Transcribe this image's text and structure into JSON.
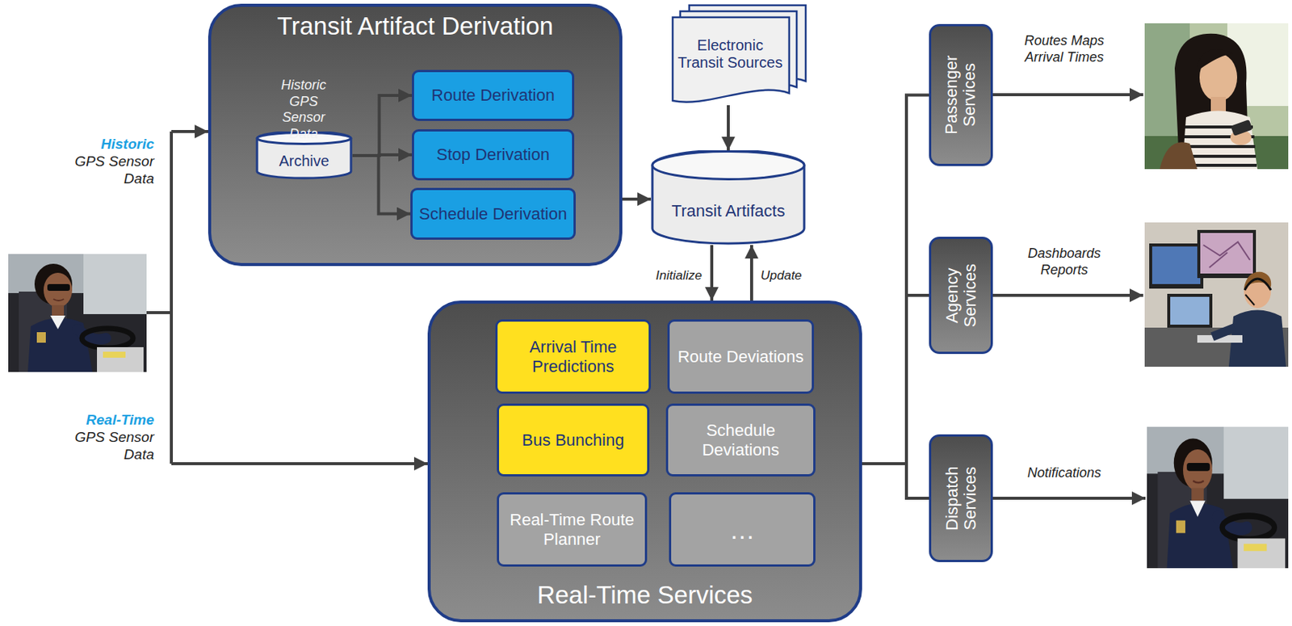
{
  "diagram": {
    "nodes": [
      {
        "text": [
          "Transit Artifact Derivation"
        ]
      },
      {
        "text": [
          "Archive"
        ],
        "in": 0
      },
      {
        "text": [
          "Route Derivation"
        ],
        "in": 0
      },
      {
        "text": [
          "Stop Derivation"
        ],
        "in": 0
      },
      {
        "text": [
          "Schedule Derivation"
        ],
        "in": 0
      },
      {
        "text": [
          "Electronic Transit Sources"
        ]
      },
      {
        "text": [
          "Transit Artifacts"
        ]
      },
      {
        "text": [
          "Real-Time Services"
        ]
      },
      {
        "text": [
          "Arrival Time Predictions"
        ],
        "in": 7
      },
      {
        "text": [
          "Route Deviations"
        ],
        "in": 7
      },
      {
        "text": [
          "Bus Bunching"
        ],
        "in": 7
      },
      {
        "text": [
          "Schedule Deviations"
        ],
        "in": 7
      },
      {
        "text": [
          "Real-Time Route Planner"
        ],
        "in": 7
      },
      {
        "text": [
          "…"
        ],
        "in": 7
      },
      {
        "text": [
          "Passenger Services"
        ]
      },
      {
        "text": [
          "Agency Services"
        ]
      },
      {
        "text": [
          "Dispatch Services"
        ]
      }
    ],
    "edges": [
      {
        "from": 1,
        "to": 2,
        "arrow": "to"
      },
      {
        "from": 1,
        "to": 3,
        "arrow": "to"
      },
      {
        "from": 1,
        "to": 4,
        "arrow": "to"
      },
      {
        "from": 0,
        "to": 6,
        "arrow": "to"
      },
      {
        "from": 5,
        "to": 6,
        "arrow": "to"
      },
      {
        "from": 6,
        "to": 7,
        "label": "Initialize",
        "arrow": "to"
      },
      {
        "from": 7,
        "to": 6,
        "label": "Update",
        "arrow": "to"
      },
      {
        "from": 7,
        "to": 14,
        "arrow": "none"
      },
      {
        "from": 7,
        "to": 15,
        "arrow": "none"
      },
      {
        "from": 7,
        "to": 16,
        "arrow": "none"
      }
    ],
    "labels": [
      "Historic",
      "GPS Sensor Data",
      "Real-Time",
      "GPS Sensor Data",
      "Historic GPS Sensor Data",
      "Routes Maps Arrival Times",
      "Dashboards Reports",
      "Notifications"
    ]
  }
}
